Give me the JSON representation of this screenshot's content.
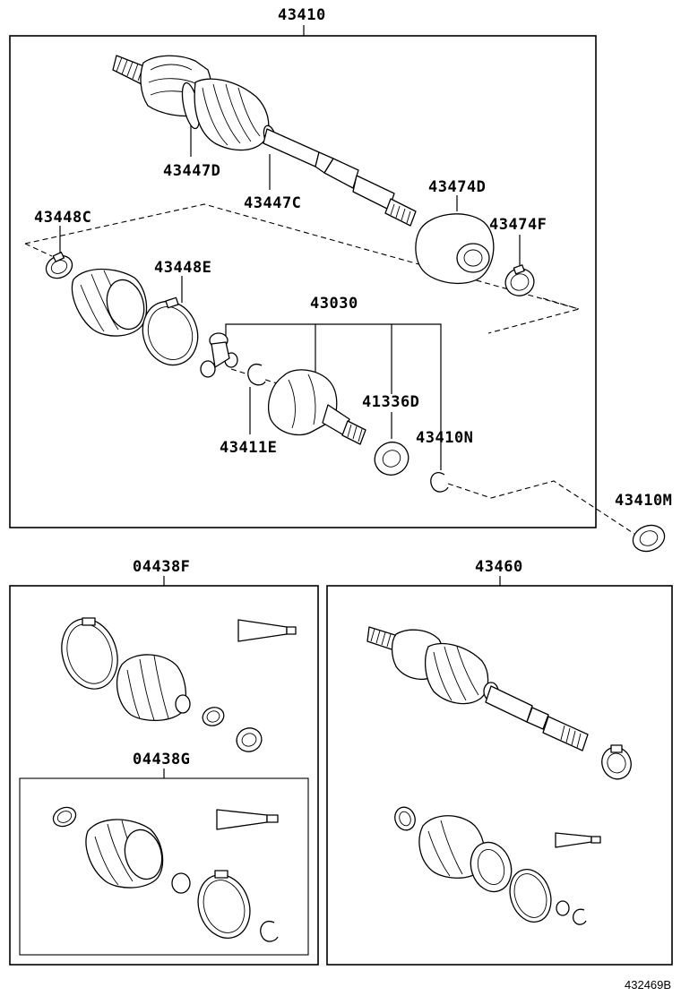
{
  "labels": {
    "assembly_main": "43410",
    "boot_clamp_d": "43447D",
    "boot_clamp_c": "43447C",
    "damper": "43474D",
    "damper_clamp": "43474F",
    "clamp_small": "43448C",
    "clamp_large": "43448E",
    "inner_joint": "43030",
    "snap_ring_e": "43411E",
    "dust_seal": "41336D",
    "snap_ring_n": "43410N",
    "dust_deflector": "43410M",
    "boot_kit_f": "04438F",
    "boot_kit_g": "04438G",
    "assembly_other": "43460",
    "diagram_code": "432469B"
  }
}
